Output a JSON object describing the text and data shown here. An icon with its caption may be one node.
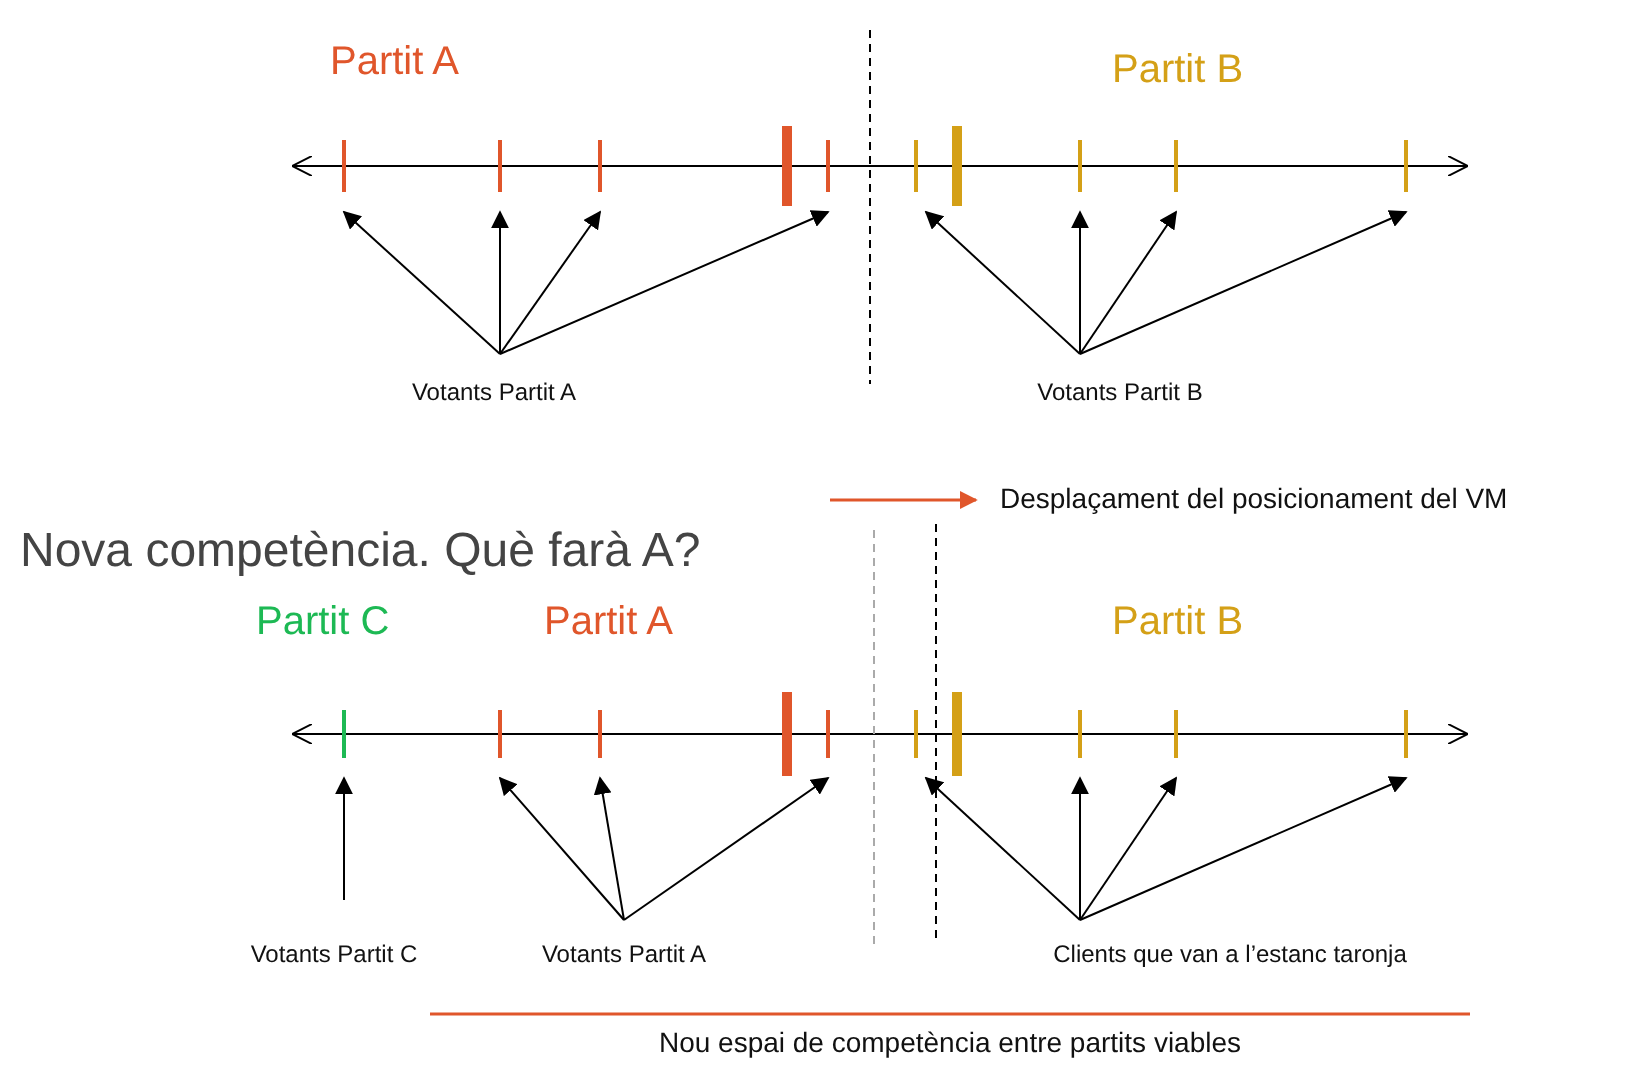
{
  "diagram": {
    "nodes": [
      {
        "text": [],
        "shape": "bar"
      },
      {
        "text": [],
        "shape": "bar"
      },
      {
        "text": [],
        "shape": "bar"
      },
      {
        "text": [],
        "shape": "bar"
      },
      {
        "text": [],
        "shape": "bar"
      },
      {
        "text": [],
        "shape": "bar"
      },
      {
        "text": [],
        "shape": "bar"
      },
      {
        "text": [],
        "shape": "bar"
      },
      {
        "text": [],
        "shape": "bar"
      },
      {
        "text": [],
        "shape": "bar"
      },
      {
        "text": [
          "Votants Partit A"
        ]
      },
      {
        "text": [
          "Votants Partit B"
        ]
      },
      {
        "text": [],
        "shape": "bar"
      },
      {
        "text": [],
        "shape": "bar"
      },
      {
        "text": [],
        "shape": "bar"
      },
      {
        "text": [],
        "shape": "bar"
      },
      {
        "text": [],
        "shape": "bar"
      },
      {
        "text": [],
        "shape": "bar"
      },
      {
        "text": [],
        "shape": "bar"
      },
      {
        "text": [],
        "shape": "bar"
      },
      {
        "text": [],
        "shape": "bar"
      },
      {
        "text": [],
        "shape": "bar"
      },
      {
        "text": [
          "Votants Partit C"
        ]
      },
      {
        "text": [
          "Votants Partit A"
        ]
      },
      {
        "text": [
          "Clients que van a l’estanc taronja"
        ]
      }
    ],
    "edges": [
      {
        "from": 10,
        "to": 0,
        "arrow": "to"
      },
      {
        "from": 10,
        "to": 1,
        "arrow": "to"
      },
      {
        "from": 10,
        "to": 2,
        "arrow": "to"
      },
      {
        "from": 10,
        "to": 4,
        "arrow": "to"
      },
      {
        "from": 11,
        "to": 5,
        "arrow": "to"
      },
      {
        "from": 11,
        "to": 7,
        "arrow": "to"
      },
      {
        "from": 11,
        "to": 8,
        "arrow": "to"
      },
      {
        "from": 11,
        "to": 9,
        "arrow": "to"
      },
      {
        "from": 22,
        "to": 12,
        "arrow": "to"
      },
      {
        "from": 23,
        "to": 13,
        "arrow": "to"
      },
      {
        "from": 23,
        "to": 14,
        "arrow": "to"
      },
      {
        "from": 23,
        "to": 16,
        "arrow": "to"
      },
      {
        "from": 24,
        "to": 17,
        "arrow": "to"
      },
      {
        "from": 24,
        "to": 19,
        "arrow": "to"
      },
      {
        "from": 24,
        "to": 20,
        "arrow": "to"
      },
      {
        "from": 24,
        "to": 21,
        "arrow": "to"
      }
    ],
    "labels": [
      "Partit A",
      "Partit B",
      "Nova competència. Què farà A?",
      "Partit C",
      "Partit A",
      "Partit B",
      "Nou espai de competència entre partits viables"
    ],
    "legend": [
      {
        "text": "Desplaçament del posicionament del VM"
      }
    ]
  }
}
